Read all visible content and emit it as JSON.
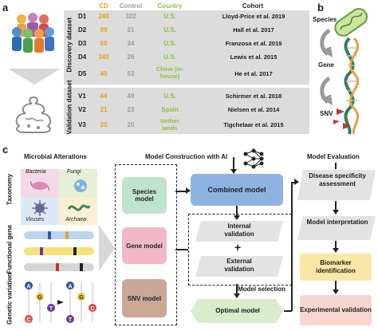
{
  "panel_a": {
    "letter": "a",
    "headers": {
      "cd": "CD",
      "control": "Control",
      "country": "Country",
      "cohort": "Cohort"
    },
    "discovery_label": "Discovery dataset",
    "validation_label": "Validation dataset",
    "discovery_rows": [
      {
        "id": "D1",
        "cd": "248",
        "control": "322",
        "country": "U.S.",
        "cohort": "Lloyd-Price et al. 2019"
      },
      {
        "id": "D2",
        "cd": "89",
        "control": "21",
        "country": "U.S.",
        "cohort": "Hall et al. 2017"
      },
      {
        "id": "D3",
        "cd": "68",
        "control": "34",
        "country": "U.S.",
        "cohort": "Franzosa et al. 2019"
      },
      {
        "id": "D4",
        "cd": "340",
        "control": "26",
        "country": "U.S.",
        "cohort": "Lewis et al. 2015"
      },
      {
        "id": "D5",
        "cd": "40",
        "control": "53",
        "country": "China (in-house)",
        "cohort": "He et al. 2017"
      }
    ],
    "validation_rows": [
      {
        "id": "V1",
        "cd": "44",
        "control": "49",
        "country": "U.S.",
        "cohort": "Schirmer et al. 2018"
      },
      {
        "id": "V2",
        "cd": "21",
        "control": "23",
        "country": "Spain",
        "cohort": "Nielsen et al. 2014"
      },
      {
        "id": "V3",
        "cd": "20",
        "control": "20",
        "country": "Nether lands",
        "cohort": "Tigchelaar et al. 2015"
      }
    ],
    "colors": {
      "cd": "#e8a317",
      "control": "#9a9a9a",
      "country": "#8cbf3f",
      "table_bg": "#dcdcdc"
    }
  },
  "panel_b": {
    "letter": "b",
    "labels": {
      "species": "Species",
      "gene": "Gene",
      "snv": "SNV"
    }
  },
  "panel_c": {
    "letter": "c",
    "microbial": {
      "title": "Microbial Alterations",
      "taxonomy_label": "Taxonomy",
      "functional_label": "Functional gene",
      "genetic_label": "Genetic variation",
      "taxa": [
        "Bacteria",
        "Fungi",
        "Viruses",
        "Archaea"
      ]
    },
    "model_construction": {
      "title": "Model Construction with AI",
      "species_model": "Species model",
      "gene_model": "Gene model",
      "snv_model": "SNV model",
      "combined_model": "Combined model",
      "internal_validation": "Internal validation",
      "plus": "+",
      "external_validation": "External validation",
      "model_selection": "Model selection",
      "optimal_model": "Optimal model"
    },
    "model_evaluation": {
      "title": "Model Evaluation",
      "steps": [
        "Disease specificity assessment",
        "Model interpretation",
        "Biomarker identification",
        "Experimental validation"
      ]
    },
    "colors": {
      "species": "#bfe3cc",
      "gene": "#f3b8c8",
      "snv": "#c9a898",
      "combined": "#8fb3e0",
      "optimal": "#d9eccb",
      "biomarker": "#fbe7a6",
      "experimental": "#f7d6d0",
      "gray_box": "#e3e3e3"
    }
  }
}
